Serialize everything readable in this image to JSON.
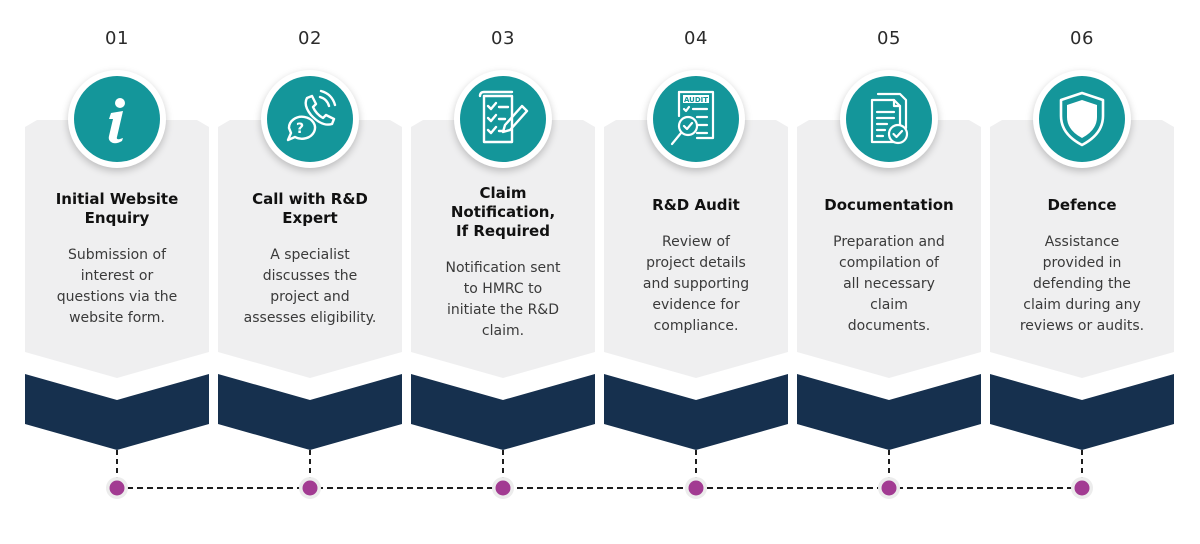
{
  "colors": {
    "card": "#efeff0",
    "chevron": "#16304e",
    "teal": "#14969a",
    "dot": "#a23b92",
    "line": "#1e1e1e"
  },
  "steps": [
    {
      "number": "01",
      "title": [
        "Initial Website",
        "Enquiry"
      ],
      "description": [
        "Submission of",
        "interest or",
        "questions via the",
        "website form."
      ],
      "icon": "info-icon"
    },
    {
      "number": "02",
      "title": [
        "Call with R&D",
        "Expert"
      ],
      "description": [
        "A specialist",
        "discusses the",
        "project and",
        "assesses eligibility."
      ],
      "icon": "phone-call-icon"
    },
    {
      "number": "03",
      "title": [
        "Claim",
        "Notification,",
        "If Required"
      ],
      "description": [
        "Notification sent",
        "to HMRC to",
        "initiate the R&D",
        "claim."
      ],
      "icon": "checklist-pen-icon"
    },
    {
      "number": "04",
      "title": [
        "R&D Audit"
      ],
      "description": [
        "Review of",
        "project details",
        "and supporting",
        "evidence for",
        "compliance."
      ],
      "icon": "audit-icon",
      "icon_text": "AUDIT"
    },
    {
      "number": "05",
      "title": [
        "Documentation"
      ],
      "description": [
        "Preparation and",
        "compilation of",
        "all necessary",
        "claim",
        "documents."
      ],
      "icon": "documents-icon"
    },
    {
      "number": "06",
      "title": [
        "Defence"
      ],
      "description": [
        "Assistance",
        "provided in",
        "defending the",
        "claim during any",
        "reviews or audits."
      ],
      "icon": "shield-icon"
    }
  ]
}
